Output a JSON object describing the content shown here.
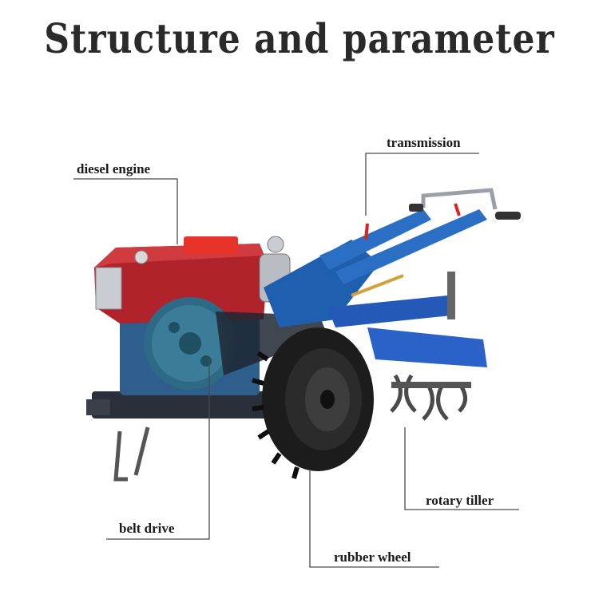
{
  "title": "Structure and parameter",
  "labels": {
    "transmission": "transmission",
    "diesel_engine": "diesel engine",
    "belt_drive": "belt drive",
    "rotary_tiller": "rotary tiller",
    "rubber_wheel": "rubber wheel"
  },
  "colors": {
    "engine_red": "#b0232a",
    "frame_blue": "#1f5fb0",
    "wheel_black": "#1c1c1c",
    "radiator_silver": "#c9ccd3",
    "leader_line": "#4a4a4a"
  }
}
